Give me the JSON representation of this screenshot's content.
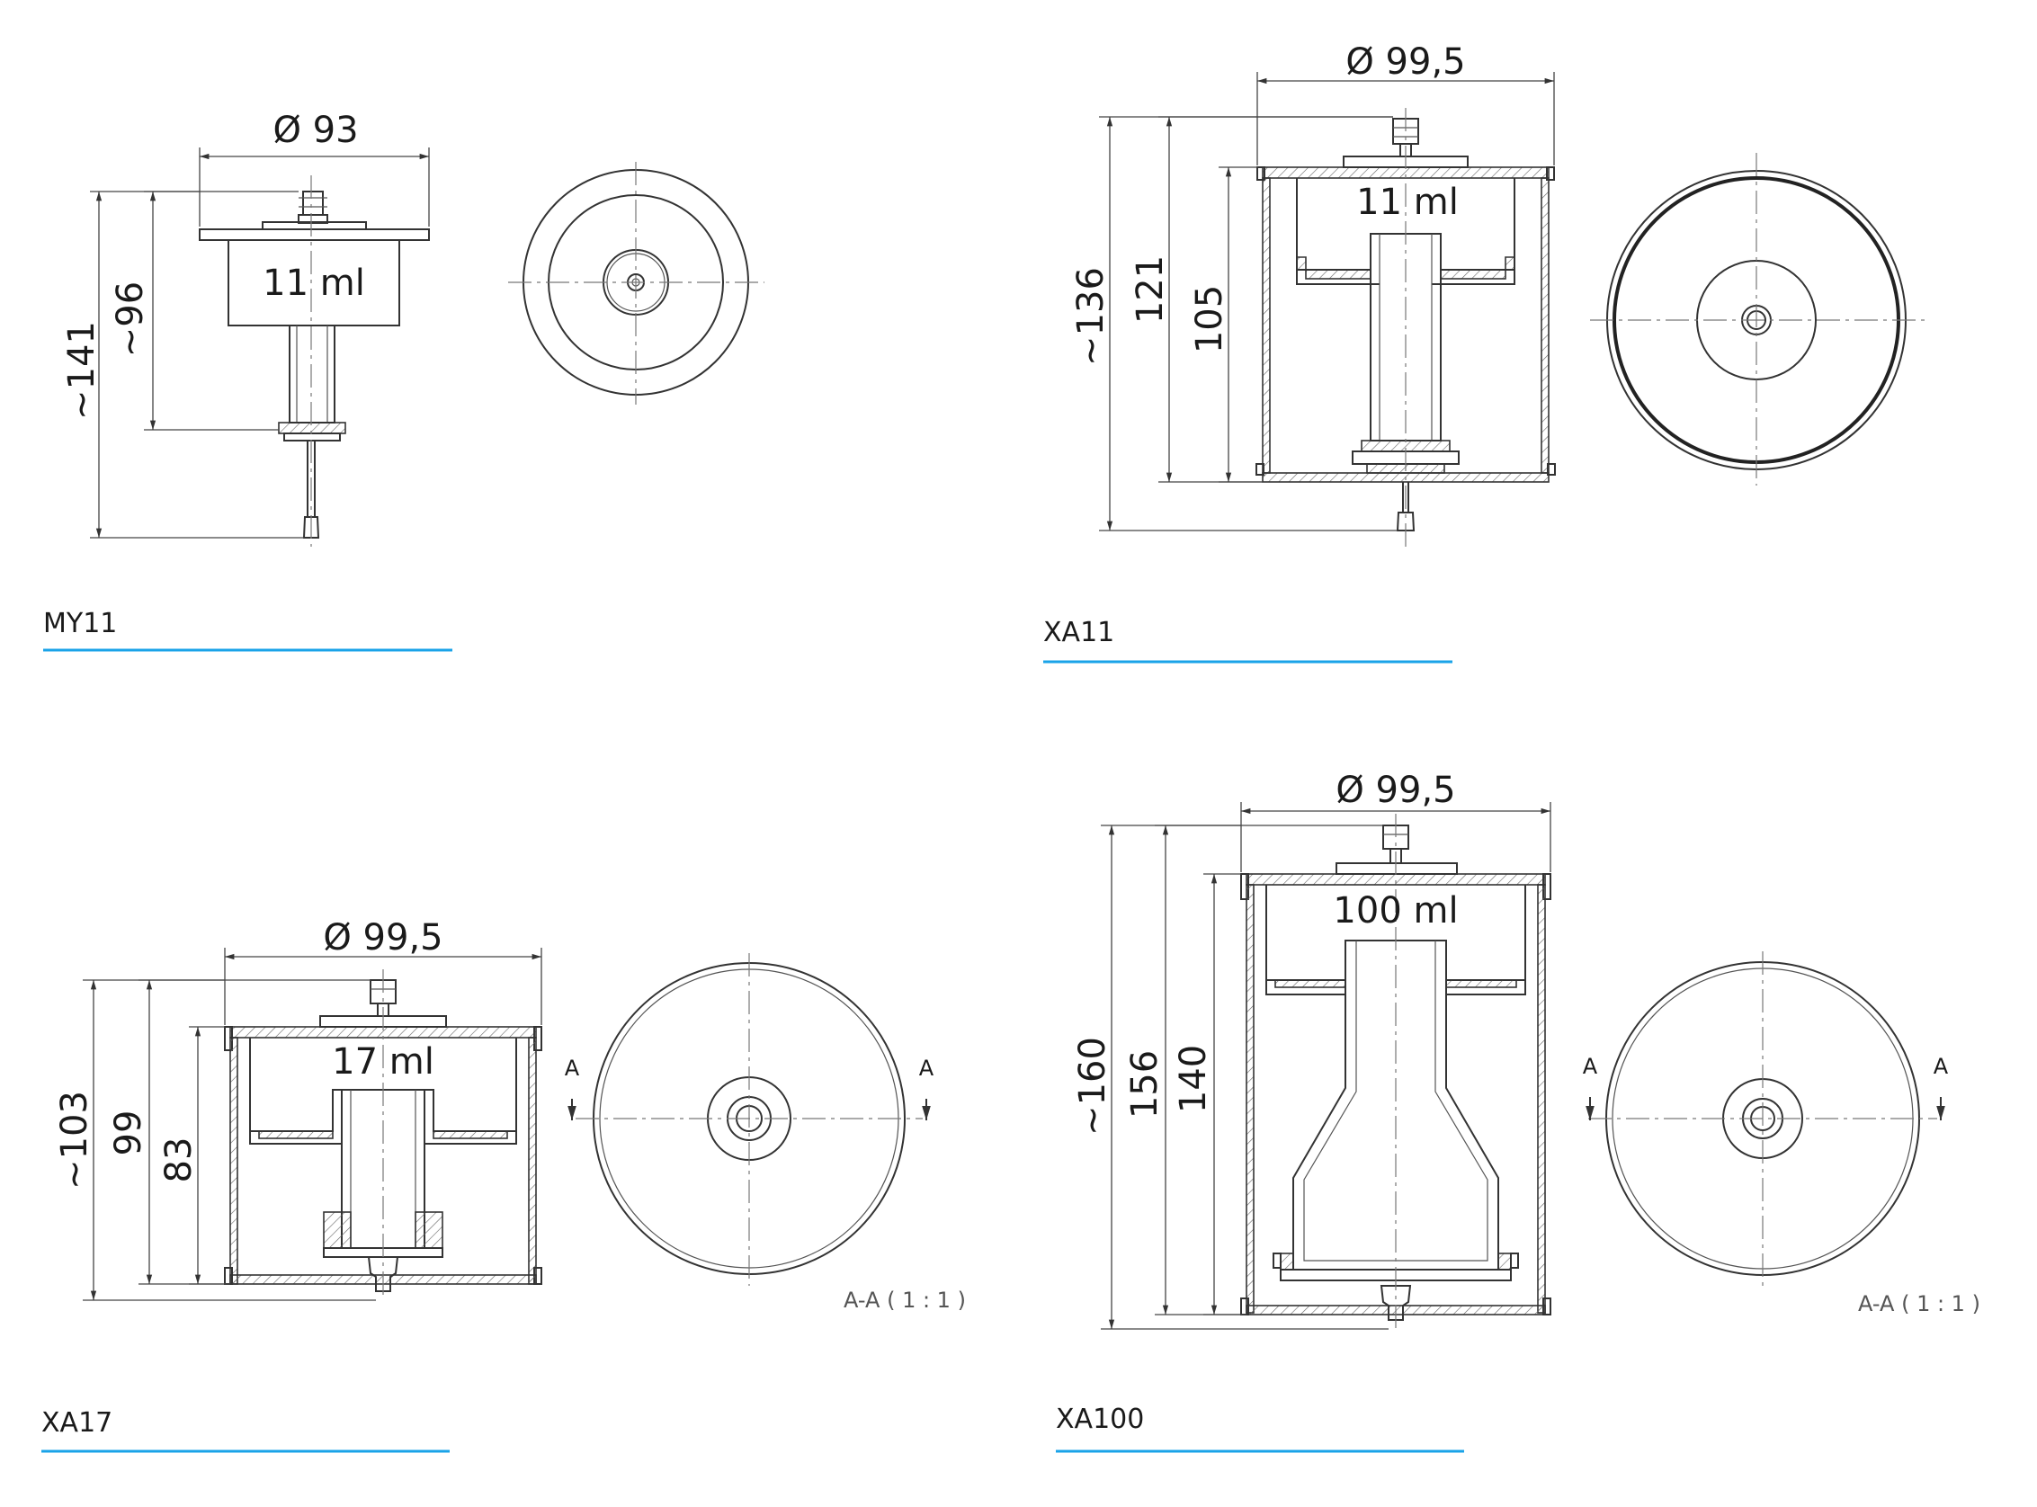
{
  "colors": {
    "accent": "#1aa3e8",
    "line": "#333333",
    "background": "#ffffff"
  },
  "panels": {
    "my11": {
      "caption": "MY11",
      "volume": "11 ml",
      "dims": {
        "diameter": "Ø 93",
        "height_total": "~141",
        "height_body": "~96"
      }
    },
    "xa11": {
      "caption": "XA11",
      "volume": "11 ml",
      "dims": {
        "diameter": "Ø 99,5",
        "height_total": "~136",
        "height_121": "121",
        "height_105": "105"
      }
    },
    "xa17": {
      "caption": "XA17",
      "volume": "17 ml",
      "dims": {
        "diameter": "Ø 99,5",
        "height_total": "~103",
        "height_99": "99",
        "height_83": "83"
      },
      "section_marker": "A",
      "section_label": "A-A ( 1 : 1 )"
    },
    "xa100": {
      "caption": "XA100",
      "volume": "100 ml",
      "dims": {
        "diameter": "Ø 99,5",
        "height_total": "~160",
        "height_156": "156",
        "height_140": "140"
      },
      "section_marker": "A",
      "section_label": "A-A ( 1 : 1 )"
    }
  }
}
